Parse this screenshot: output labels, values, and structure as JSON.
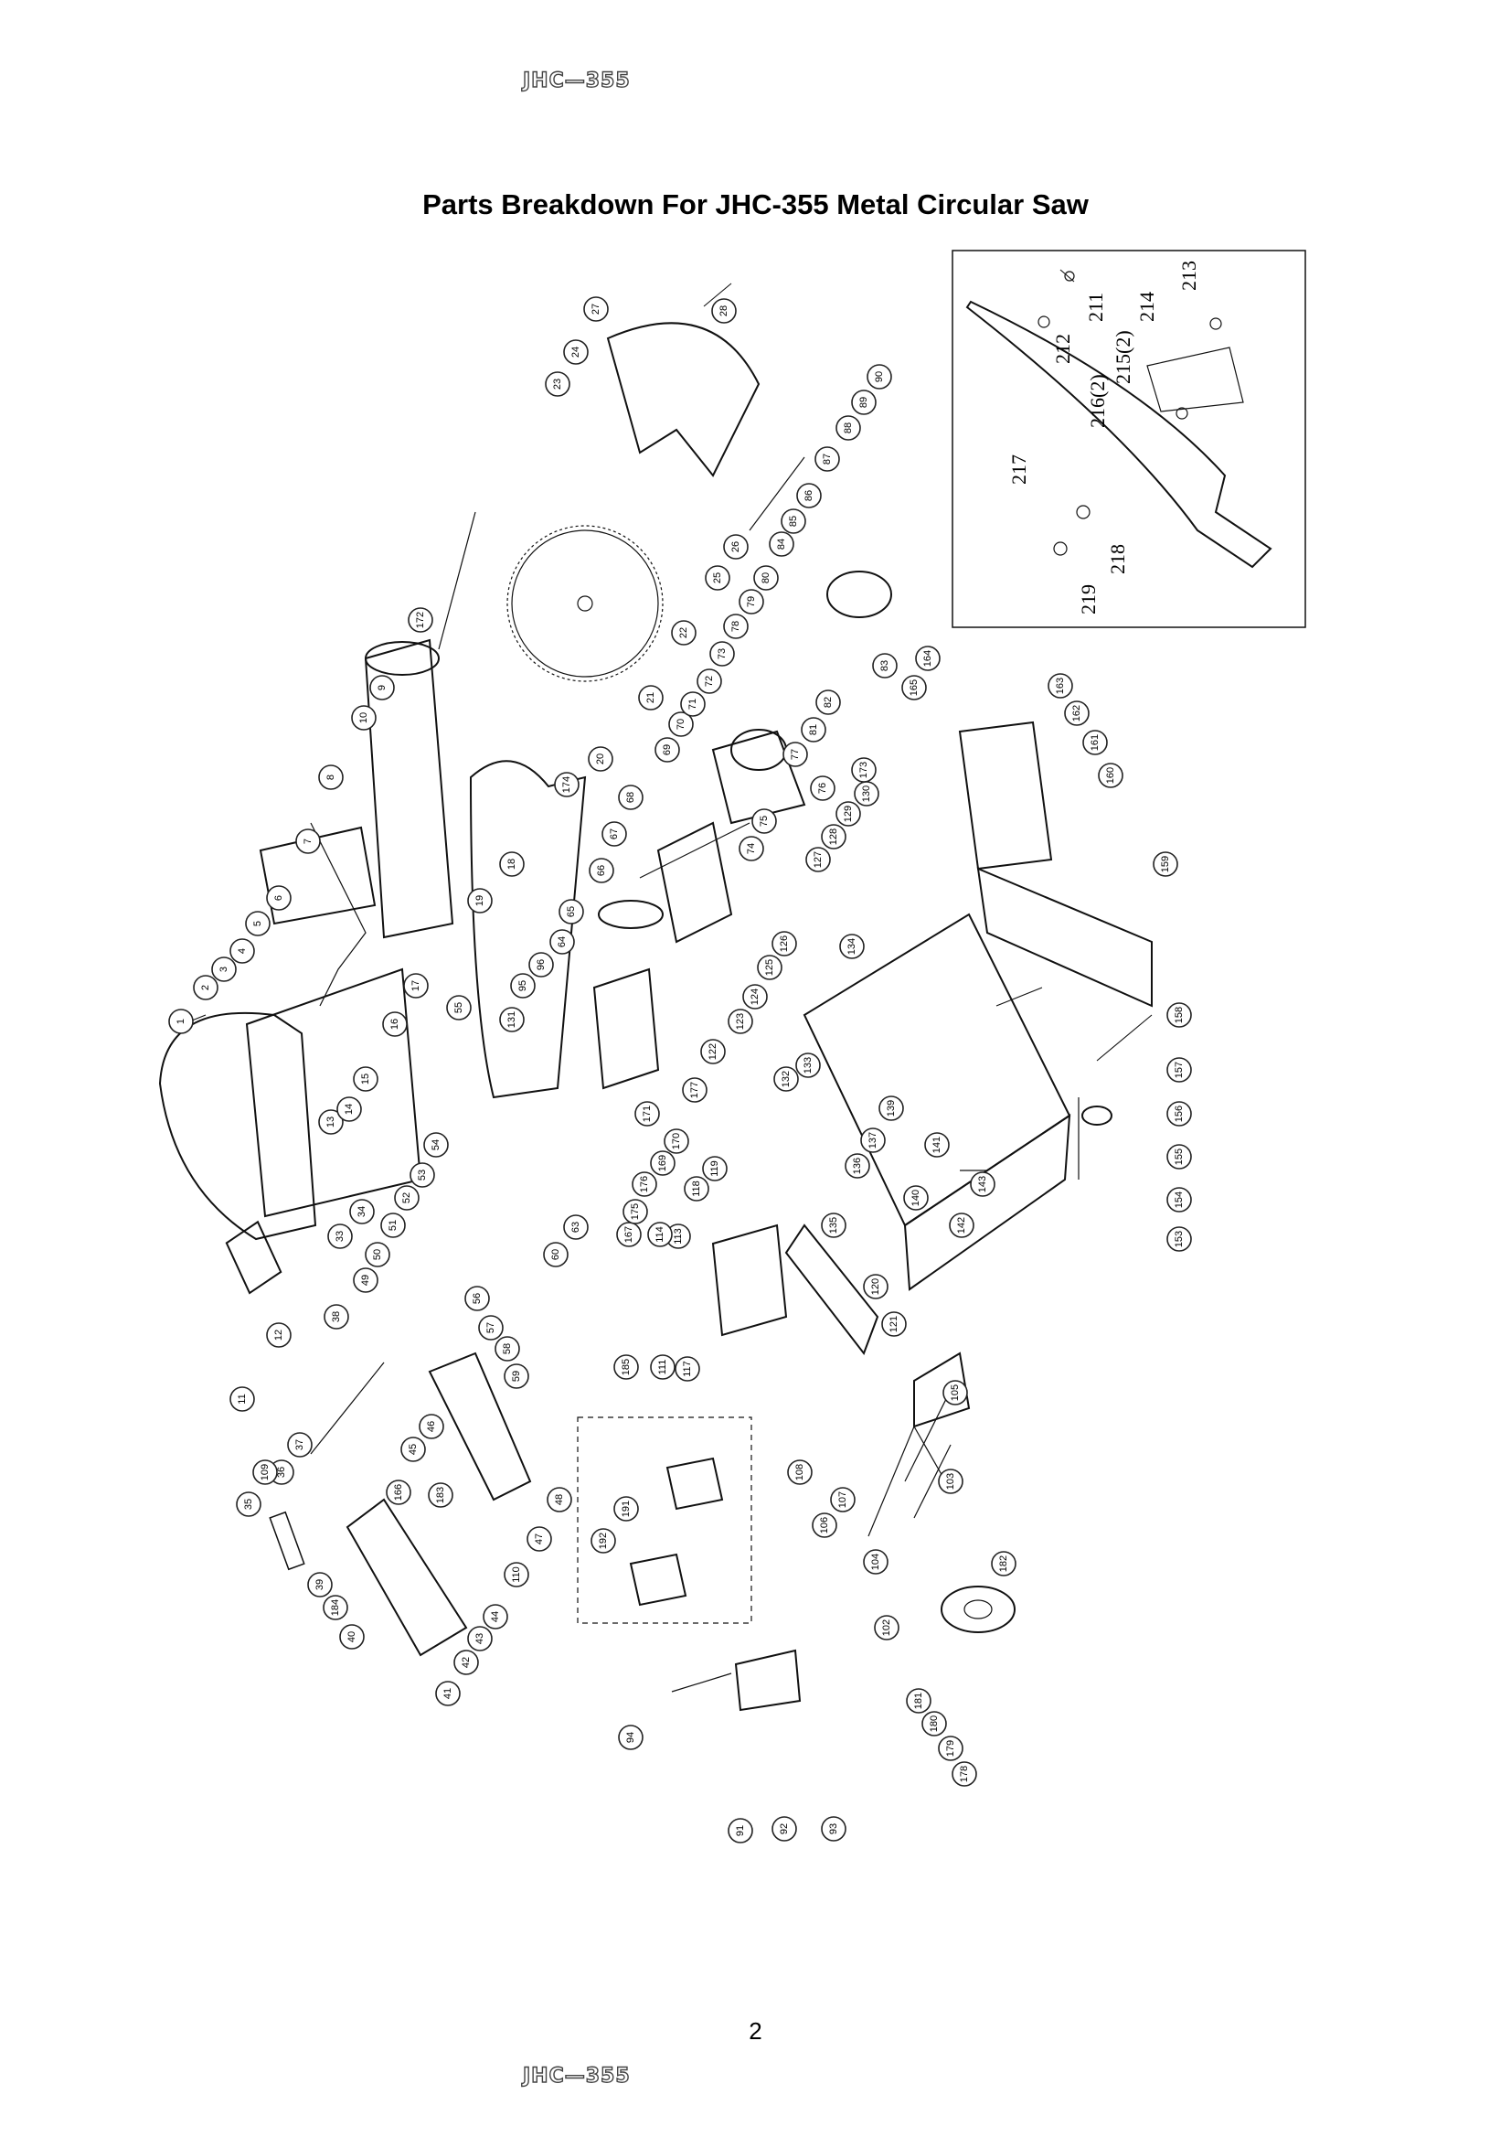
{
  "header": {
    "brand": "JHC—355"
  },
  "footer": {
    "brand": "JHC—355",
    "page_number": "2"
  },
  "title": "Parts Breakdown For JHC-355 Metal Circular Saw",
  "inset": {
    "labels": [
      "213",
      "211",
      "212",
      "214",
      "215(2)",
      "216(2)",
      "217",
      "218",
      "219"
    ]
  },
  "diagram": {
    "labels": [
      "1",
      "2",
      "3",
      "4",
      "5",
      "6",
      "7",
      "8",
      "9",
      "10",
      "11",
      "12",
      "13",
      "14",
      "15",
      "16",
      "17",
      "18",
      "19",
      "20",
      "21",
      "22",
      "23",
      "24",
      "25",
      "26",
      "27",
      "28",
      "33",
      "34",
      "35",
      "36",
      "37",
      "38",
      "39",
      "40",
      "41",
      "42",
      "43",
      "44",
      "45",
      "46",
      "47",
      "48",
      "49",
      "50",
      "51",
      "52",
      "53",
      "54",
      "55",
      "56",
      "57",
      "58",
      "59",
      "60",
      "63",
      "64",
      "65",
      "66",
      "67",
      "68",
      "69",
      "70",
      "71",
      "72",
      "73",
      "74",
      "75",
      "76",
      "77",
      "78",
      "79",
      "80",
      "81",
      "82",
      "83",
      "84",
      "85",
      "86",
      "87",
      "88",
      "89",
      "90",
      "91",
      "92",
      "93",
      "94",
      "95",
      "96",
      "102",
      "103",
      "104",
      "105",
      "106",
      "107",
      "108",
      "109",
      "110",
      "111",
      "113",
      "114",
      "117",
      "118",
      "119",
      "120",
      "121",
      "122",
      "123",
      "124",
      "125",
      "126",
      "127",
      "128",
      "129",
      "130",
      "131",
      "132",
      "133",
      "134",
      "135",
      "136",
      "137",
      "139",
      "140",
      "141",
      "142",
      "143",
      "153",
      "154",
      "155",
      "156",
      "157",
      "158",
      "159",
      "160",
      "161",
      "162",
      "163",
      "164",
      "165",
      "166",
      "167",
      "169",
      "170",
      "171",
      "172",
      "173",
      "174",
      "175",
      "176",
      "177",
      "178",
      "179",
      "180",
      "181",
      "182",
      "183",
      "184",
      "185",
      "191",
      "192"
    ]
  }
}
